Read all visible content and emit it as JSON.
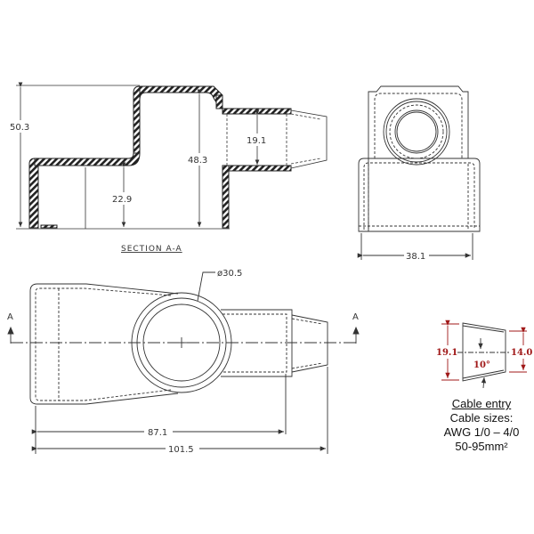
{
  "section_view": {
    "title": "SECTION A-A",
    "dims": {
      "overall_height": "50.3",
      "lower_height": "22.9",
      "inner_height": "48.3",
      "entry_dia": "19.1"
    }
  },
  "end_view": {
    "dims": {
      "width": "38.1"
    }
  },
  "top_view": {
    "dims": {
      "hole_dia": "ø30.5",
      "length_inner": "87.1",
      "length_overall": "101.5"
    },
    "section_marks": [
      "A",
      "A"
    ]
  },
  "cable_entry_detail": {
    "dims": {
      "large_dia": "19.1",
      "small_dia": "14.0",
      "taper": "10°"
    }
  },
  "note": {
    "title": "Cable entry",
    "line1": "Cable sizes:",
    "line2": "AWG 1/0 – 4/0",
    "line3": "50-95mm²"
  },
  "colors": {
    "line": "#333333",
    "dim_red": "#a01818"
  }
}
